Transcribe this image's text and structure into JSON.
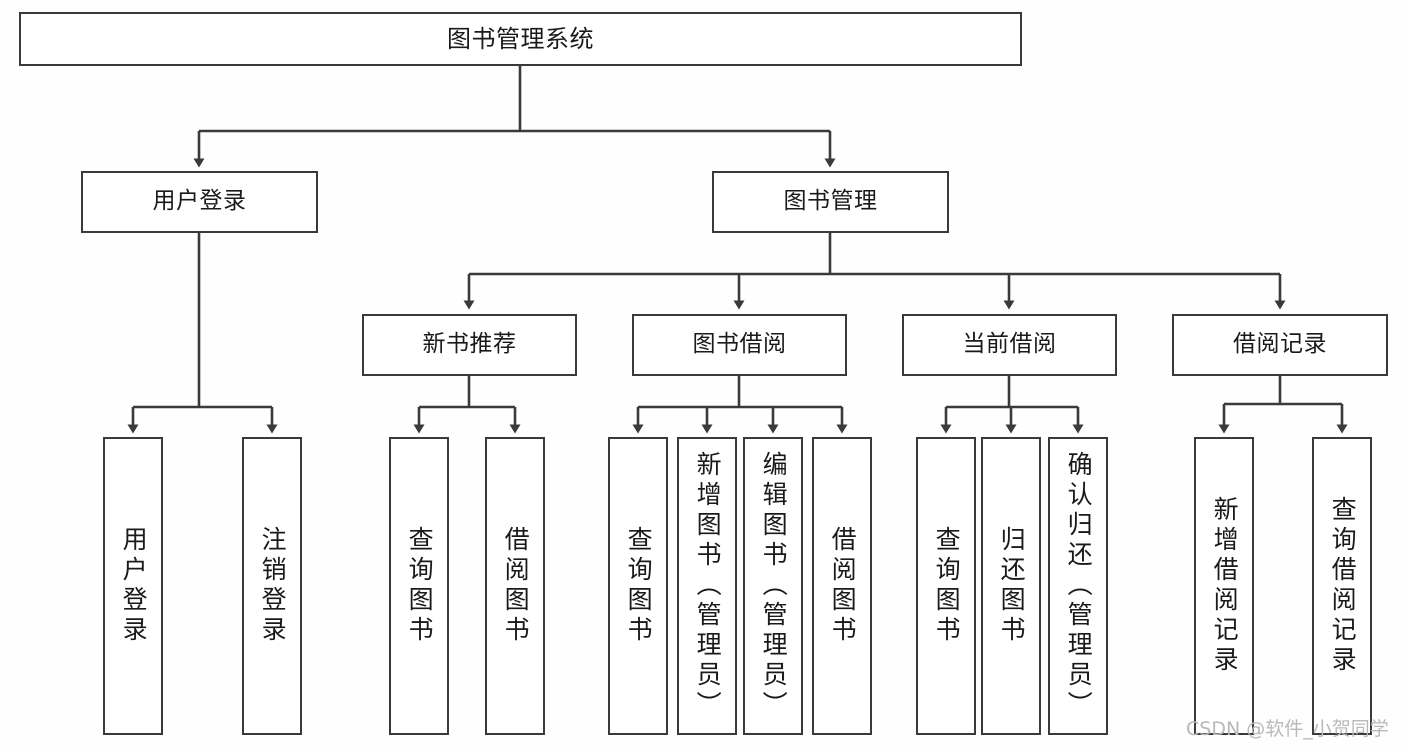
{
  "diagram": {
    "title": "图书管理系统",
    "type": "hierarchy-tree",
    "watermark": "CSDN @软件_小贺同学",
    "colors": {
      "box_border": "#3a3a3a",
      "box_fill": "#ffffff",
      "connector": "#3a3a3a",
      "text": "#1a1a1a",
      "watermark": "#b9b9b9",
      "background": "#fefefe"
    },
    "levels": {
      "level1": [
        {
          "id": "root",
          "label": "图书管理系统"
        }
      ],
      "level2": [
        {
          "id": "user-login",
          "label": "用户登录",
          "parent": "root"
        },
        {
          "id": "book-manage",
          "label": "图书管理",
          "parent": "root"
        }
      ],
      "level3": [
        {
          "id": "new-book-rec",
          "label": "新书推荐",
          "parent": "book-manage"
        },
        {
          "id": "book-borrow",
          "label": "图书借阅",
          "parent": "book-manage"
        },
        {
          "id": "current-borrow",
          "label": "当前借阅",
          "parent": "book-manage"
        },
        {
          "id": "borrow-record",
          "label": "借阅记录",
          "parent": "book-manage"
        }
      ],
      "leaves": [
        {
          "id": "leaf-user-login",
          "label": "用户登录",
          "parent": "user-login"
        },
        {
          "id": "leaf-logout",
          "label": "注销登录",
          "parent": "user-login"
        },
        {
          "id": "leaf-query-book-1",
          "label": "查询图书",
          "parent": "new-book-rec"
        },
        {
          "id": "leaf-borrow-book-1",
          "label": "借阅图书",
          "parent": "new-book-rec"
        },
        {
          "id": "leaf-query-book-2",
          "label": "查询图书",
          "parent": "book-borrow"
        },
        {
          "id": "leaf-add-book",
          "label": "新增图书（管理员）",
          "parent": "book-borrow"
        },
        {
          "id": "leaf-edit-book",
          "label": "编辑图书（管理员）",
          "parent": "book-borrow"
        },
        {
          "id": "leaf-borrow-book-2",
          "label": "借阅图书",
          "parent": "book-borrow"
        },
        {
          "id": "leaf-query-book-3",
          "label": "查询图书",
          "parent": "current-borrow"
        },
        {
          "id": "leaf-return-book",
          "label": "归还图书",
          "parent": "current-borrow"
        },
        {
          "id": "leaf-confirm-return",
          "label": "确认归还（管理员）",
          "parent": "current-borrow"
        },
        {
          "id": "leaf-add-record",
          "label": "新增借阅记录",
          "parent": "borrow-record"
        },
        {
          "id": "leaf-query-record",
          "label": "查询借阅记录",
          "parent": "borrow-record"
        }
      ]
    }
  }
}
